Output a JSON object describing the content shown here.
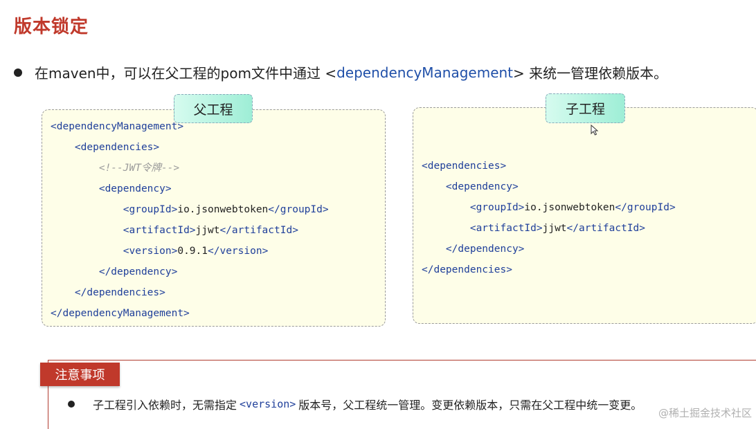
{
  "title": "版本锁定",
  "bullet": {
    "pre": "在maven中，可以在父工程的pom文件中通过 <",
    "highlight": "dependencyManagement",
    "post": "> 来统一管理依赖版本。"
  },
  "parent_panel": {
    "label": "父工程",
    "lines": [
      {
        "indent": "",
        "parts": [
          {
            "t": "<",
            "c": "tag"
          },
          {
            "t": "dependencyManagement",
            "c": "tag"
          },
          {
            "t": ">",
            "c": "tag"
          }
        ]
      },
      {
        "indent": "    ",
        "parts": [
          {
            "t": "<dependencies>",
            "c": "tag"
          }
        ]
      },
      {
        "indent": "        ",
        "parts": [
          {
            "t": "<!--JWT令牌-->",
            "c": "cmt"
          }
        ]
      },
      {
        "indent": "        ",
        "parts": [
          {
            "t": "<dependency>",
            "c": "tag"
          }
        ]
      },
      {
        "indent": "            ",
        "parts": [
          {
            "t": "<groupId>",
            "c": "tag"
          },
          {
            "t": "io.jsonwebtoken",
            "c": "txt"
          },
          {
            "t": "</groupId>",
            "c": "tag"
          }
        ]
      },
      {
        "indent": "            ",
        "parts": [
          {
            "t": "<artifactId>",
            "c": "tag"
          },
          {
            "t": "jjwt",
            "c": "txt"
          },
          {
            "t": "</artifactId>",
            "c": "tag"
          }
        ]
      },
      {
        "indent": "            ",
        "parts": [
          {
            "t": "<version>",
            "c": "tag"
          },
          {
            "t": "0.9.1",
            "c": "txt"
          },
          {
            "t": "</version>",
            "c": "tag"
          }
        ]
      },
      {
        "indent": "        ",
        "parts": [
          {
            "t": "</dependency>",
            "c": "tag"
          }
        ]
      },
      {
        "indent": "    ",
        "parts": [
          {
            "t": "</dependencies>",
            "c": "tag"
          }
        ]
      },
      {
        "indent": "",
        "parts": [
          {
            "t": "</dependencyManagement>",
            "c": "tag"
          }
        ]
      }
    ]
  },
  "child_panel": {
    "label": "子工程",
    "lines": [
      {
        "indent": "",
        "parts": [
          {
            "t": "<dependencies>",
            "c": "tag"
          }
        ]
      },
      {
        "indent": "    ",
        "parts": [
          {
            "t": "<dependency>",
            "c": "tag"
          }
        ]
      },
      {
        "indent": "        ",
        "parts": [
          {
            "t": "<groupId>",
            "c": "tag"
          },
          {
            "t": "io.jsonwebtoken",
            "c": "txt"
          },
          {
            "t": "</groupId>",
            "c": "tag"
          }
        ]
      },
      {
        "indent": "        ",
        "parts": [
          {
            "t": "<artifactId>",
            "c": "tag"
          },
          {
            "t": "jjwt",
            "c": "txt"
          },
          {
            "t": "</artifactId>",
            "c": "tag"
          }
        ]
      },
      {
        "indent": "    ",
        "parts": [
          {
            "t": "</dependency>",
            "c": "tag"
          }
        ]
      },
      {
        "indent": "",
        "parts": [
          {
            "t": "</dependencies>",
            "c": "tag"
          }
        ]
      }
    ]
  },
  "notice": {
    "tag": "注意事项",
    "pre": "子工程引入依赖时，无需指定",
    "code": "<version>",
    "post": "版本号，父工程统一管理。变更依赖版本，只需在父工程中统一变更。"
  },
  "watermark": "@稀土掘金技术社区",
  "colors": {
    "title": "#c0392b",
    "tag": "#1f3f9a",
    "highlight": "#1f4fa8",
    "panel_bg": "#fefee8",
    "notice": "#c0392b"
  }
}
